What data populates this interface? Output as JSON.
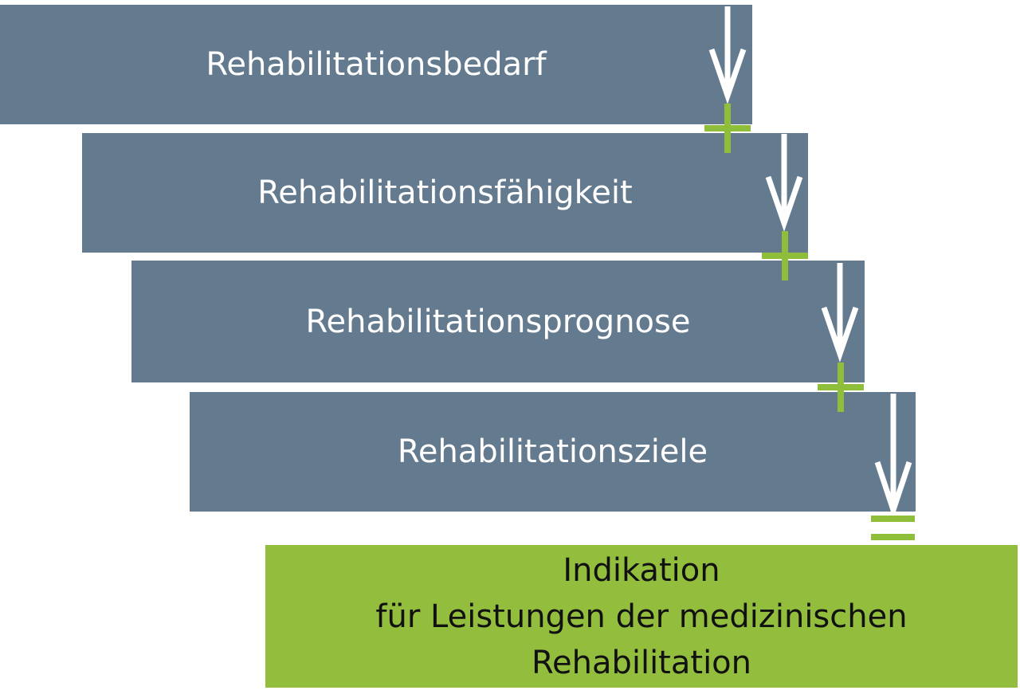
{
  "steps": [
    {
      "label": "Rehabilitationsbedarf"
    },
    {
      "label": "Rehabilitationsfähigkeit"
    },
    {
      "label": "Rehabilitationsprognose"
    },
    {
      "label": "Rehabilitationsziele"
    }
  ],
  "result": {
    "line1": "Indikation",
    "line2": "für Leistungen der medizinischen",
    "line3": "Rehabilitation"
  },
  "colors": {
    "step_fill": "#647a8f",
    "step_text": "#ffffff",
    "result_fill": "#93bd3c",
    "result_text": "#111111",
    "operator": "#8fbf3a",
    "arrow": "#ffffff"
  },
  "operators": [
    "plus-icon",
    "plus-icon",
    "plus-icon",
    "equals-icon"
  ],
  "connector_icon": "arrow-down-icon"
}
